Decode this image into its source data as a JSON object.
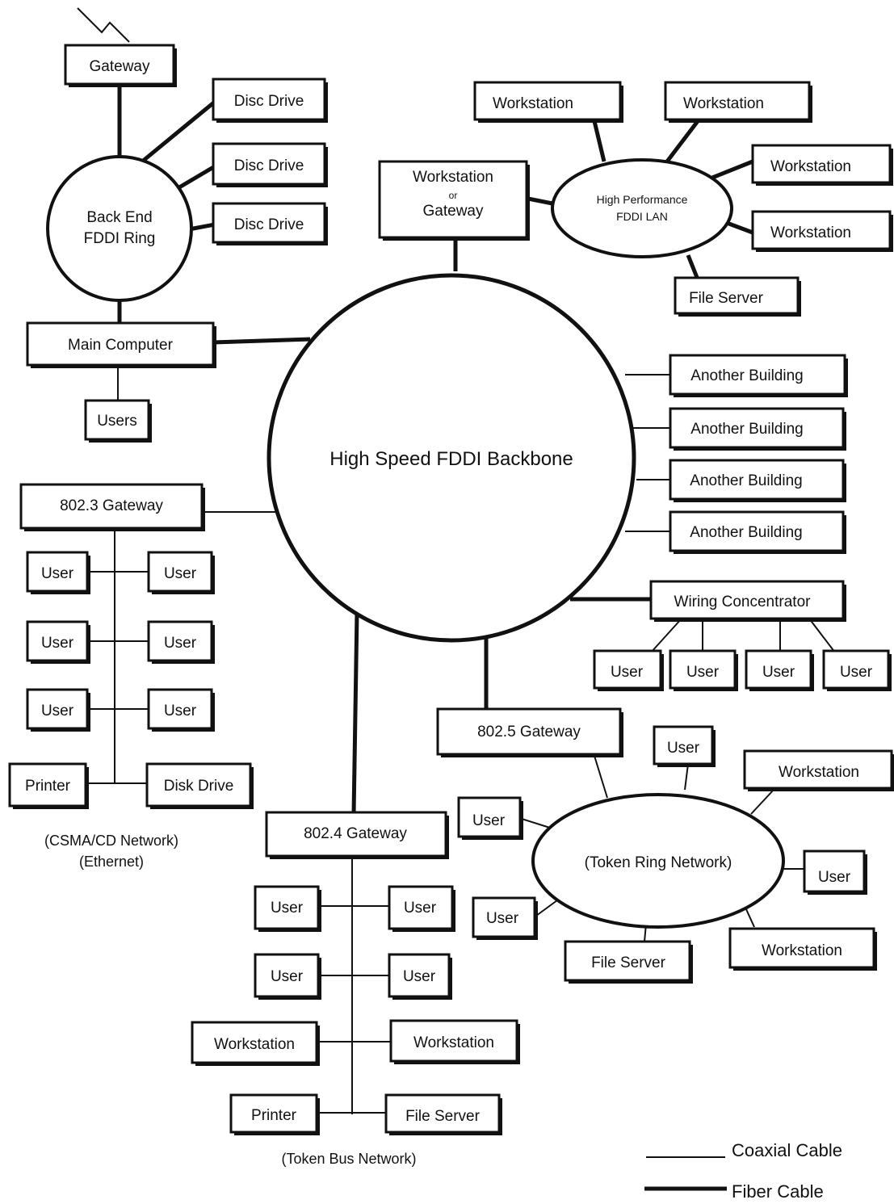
{
  "backbone": {
    "label": "High Speed FDDI Backbone"
  },
  "back_end": {
    "ring_line1": "Back End",
    "ring_line2": "FDDI Ring",
    "gateway": "Gateway",
    "disc1": "Disc Drive",
    "disc2": "Disc Drive",
    "disc3": "Disc Drive",
    "main_computer": "Main Computer",
    "users": "Users"
  },
  "hp_lan": {
    "ring_line1": "High Performance",
    "ring_line2": "FDDI LAN",
    "gw_line1": "Workstation",
    "gw_line2": "or",
    "gw_line3": "Gateway",
    "ws1": "Workstation",
    "ws2": "Workstation",
    "ws3": "Workstation",
    "ws4": "Workstation",
    "file_server": "File Server"
  },
  "buildings": [
    "Another Building",
    "Another Building",
    "Another Building",
    "Another Building"
  ],
  "concentrator": {
    "label": "Wiring Concentrator",
    "users": [
      "User",
      "User",
      "User",
      "User"
    ]
  },
  "ethernet": {
    "gateway": "802.3 Gateway",
    "left_users": [
      "User",
      "User",
      "User"
    ],
    "right_users": [
      "User",
      "User",
      "User"
    ],
    "printer": "Printer",
    "disk_drive": "Disk Drive",
    "caption1": "(CSMA/CD Network)",
    "caption2": "(Ethernet)"
  },
  "token_bus": {
    "gateway": "802.4 Gateway",
    "users": [
      "User",
      "User",
      "User",
      "User"
    ],
    "ws_left": "Workstation",
    "ws_right": "Workstation",
    "printer": "Printer",
    "file_server": "File Server",
    "caption": "(Token Bus Network)"
  },
  "token_ring": {
    "gateway": "802.5 Gateway",
    "ring_label": "(Token Ring Network)",
    "user_top": "User",
    "user_left": "User",
    "user_bottom_left": "User",
    "user_right": "User",
    "ws_top": "Workstation",
    "ws_bottom": "Workstation",
    "file_server": "File Server"
  },
  "legend": {
    "coaxial": "Coaxial Cable",
    "fiber": "Fiber Cable"
  }
}
